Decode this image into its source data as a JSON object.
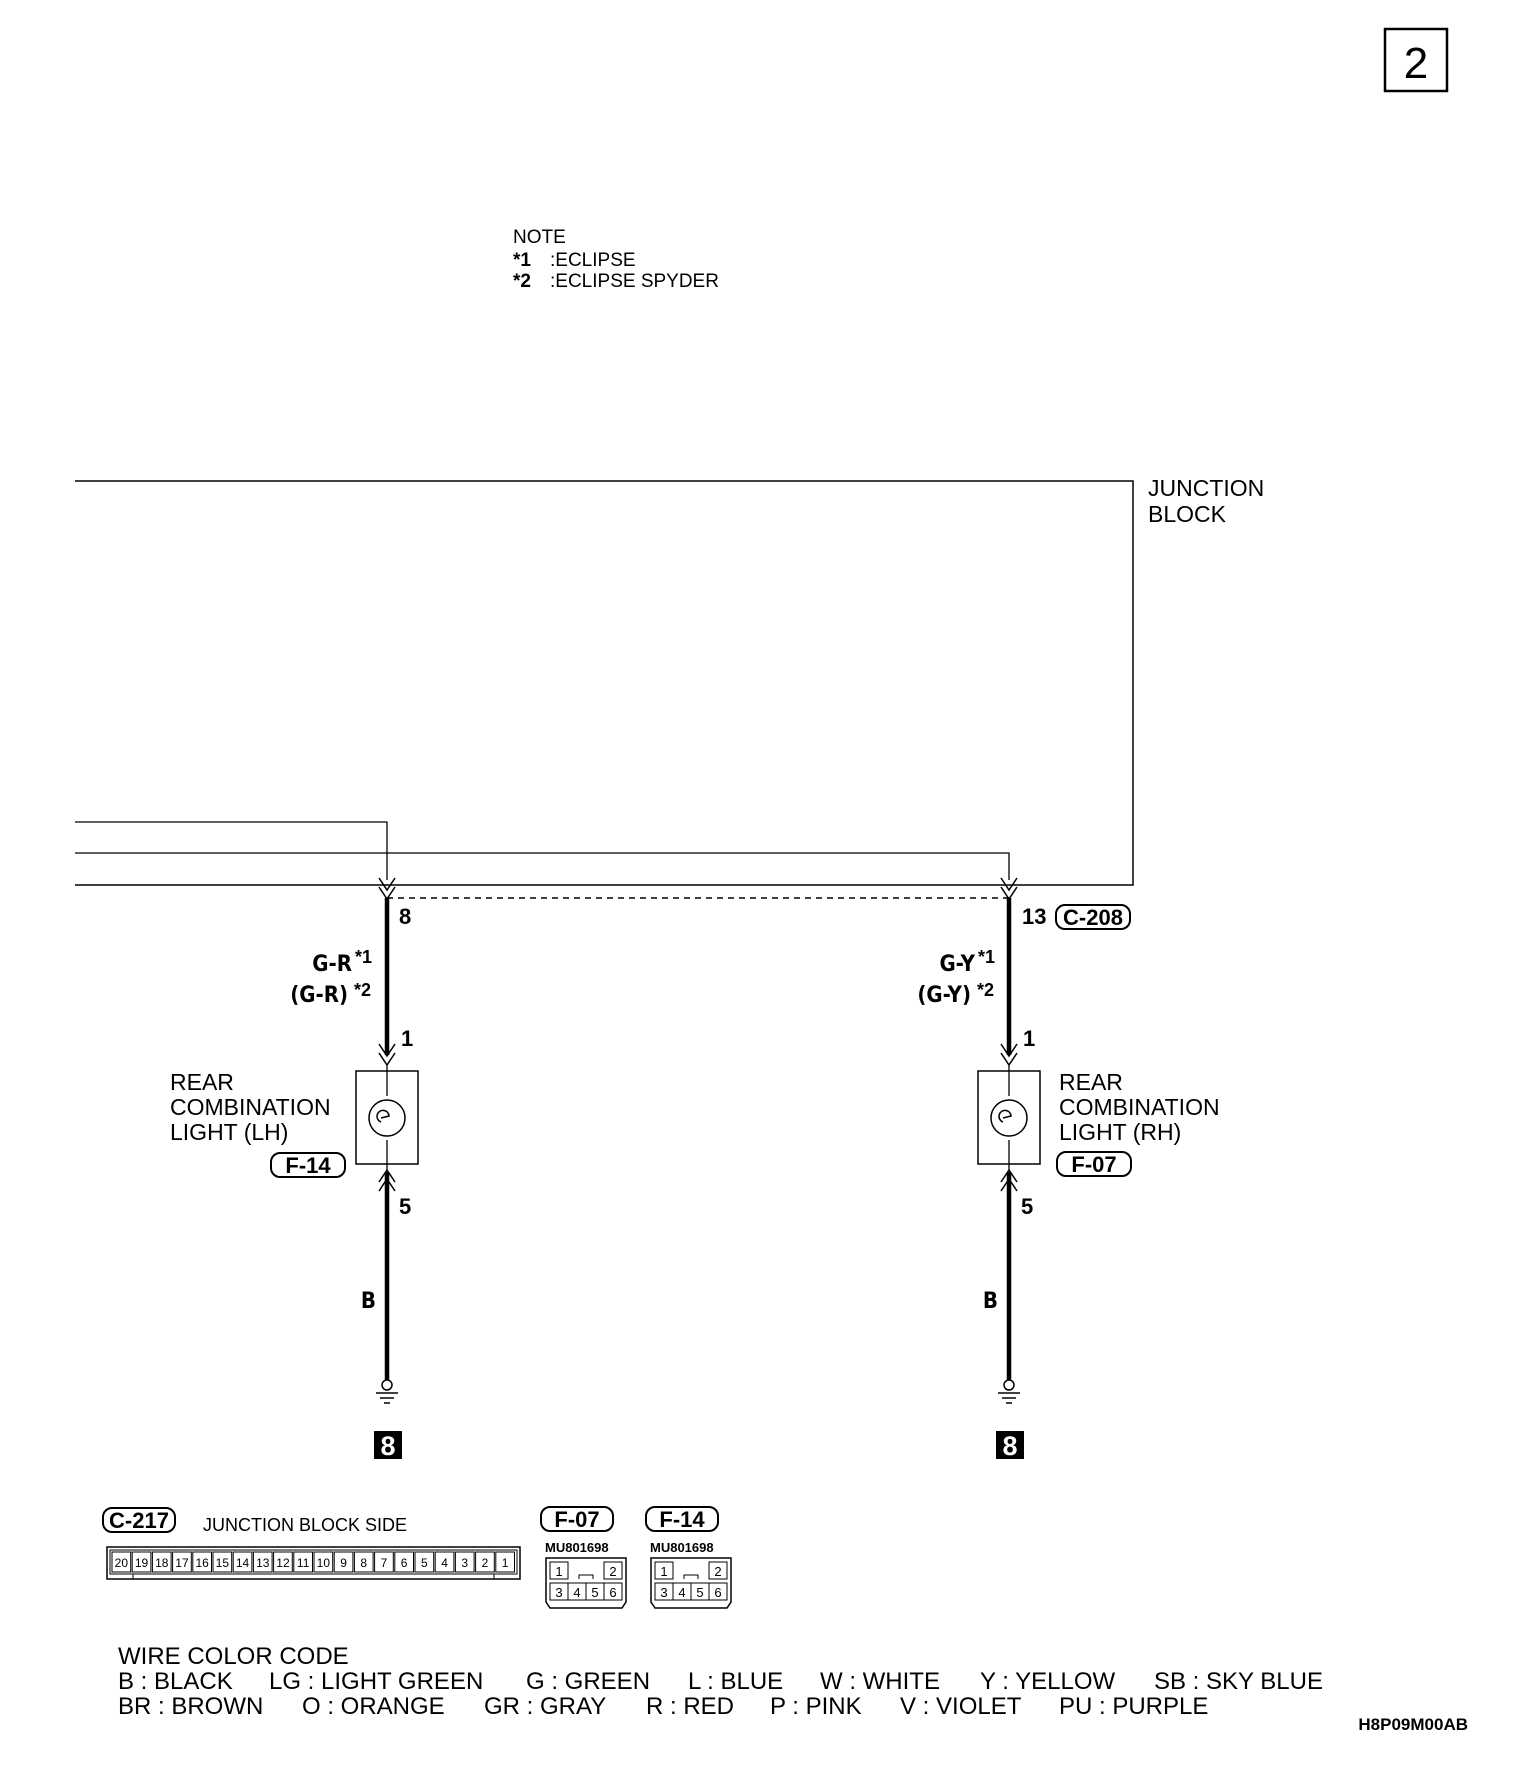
{
  "page_number": "2",
  "note": {
    "title": "NOTE",
    "items": [
      {
        "mark": "*1",
        "text": ":ECLIPSE"
      },
      {
        "mark": "*2",
        "text": ":ECLIPSE SPYDER"
      }
    ]
  },
  "junction_block": {
    "line1": "JUNCTION",
    "line2": "BLOCK",
    "connector": "C-208"
  },
  "lh": {
    "jb_pin": "8",
    "wire1": "G-R",
    "wire2": "(G-R)",
    "mark1": "*1",
    "mark2": "*2",
    "pin_in": "1",
    "pin_out": "5",
    "ground_wire": "B",
    "ground_no": "8",
    "name": [
      "REAR",
      "COMBINATION",
      "LIGHT (LH)"
    ],
    "connector": "F-14"
  },
  "rh": {
    "jb_pin": "13",
    "wire1": "G-Y",
    "wire2": "(G-Y)",
    "mark1": "*1",
    "mark2": "*2",
    "pin_in": "1",
    "pin_out": "5",
    "ground_wire": "B",
    "ground_no": "8",
    "name": [
      "REAR",
      "COMBINATION",
      "LIGHT (RH)"
    ],
    "connector": "F-07"
  },
  "connectors": {
    "c217": {
      "id": "C-217",
      "caption": "JUNCTION BLOCK SIDE",
      "pins": [
        "20",
        "19",
        "18",
        "17",
        "16",
        "15",
        "14",
        "13",
        "12",
        "11",
        "10",
        "9",
        "8",
        "7",
        "6",
        "5",
        "4",
        "3",
        "2",
        "1"
      ]
    },
    "f07": {
      "id": "F-07",
      "part": "MU801698",
      "row1": [
        "1",
        "2"
      ],
      "row2": [
        "3",
        "4",
        "5",
        "6"
      ]
    },
    "f14": {
      "id": "F-14",
      "part": "MU801698",
      "row1": [
        "1",
        "2"
      ],
      "row2": [
        "3",
        "4",
        "5",
        "6"
      ]
    }
  },
  "wire_color_code": {
    "title": "WIRE COLOR CODE",
    "row1": [
      "B : BLACK",
      "LG : LIGHT GREEN",
      "G : GREEN",
      "L : BLUE",
      "W : WHITE",
      "Y : YELLOW",
      "SB : SKY BLUE"
    ],
    "row2": [
      "BR : BROWN",
      "O : ORANGE",
      "GR : GRAY",
      "R : RED",
      "P : PINK",
      "V : VIOLET",
      "PU : PURPLE"
    ]
  },
  "figure_id": "H8P09M00AB"
}
